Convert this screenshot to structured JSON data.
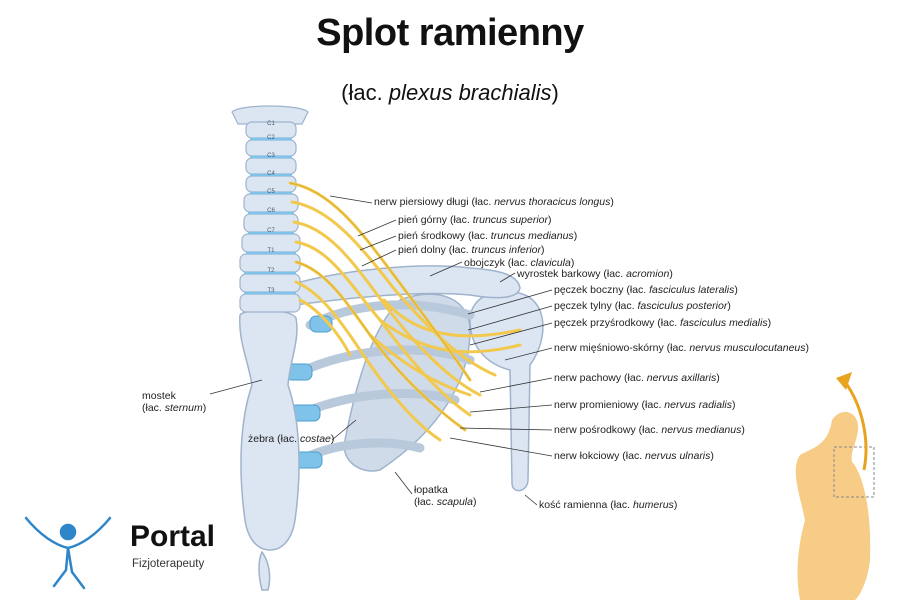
{
  "title": "Splot ramienny",
  "subtitle": {
    "prefix": "(łac. ",
    "latin": "plexus brachialis",
    "suffix": ")"
  },
  "vertebrae": [
    "C1",
    "C2",
    "C3",
    "C4",
    "C5",
    "C6",
    "C7",
    "T1",
    "T2",
    "T3"
  ],
  "labels": {
    "thoracicus": {
      "pl": "nerw piersiowy długi (łac. ",
      "la": "nervus thoracicus longus",
      "end": ")"
    },
    "superior": {
      "pl": "pień górny (łac. ",
      "la": "truncus superior",
      "end": ")"
    },
    "medianus_trunk": {
      "pl": "pień środkowy (łac. ",
      "la": "truncus medianus",
      "end": ")"
    },
    "inferior": {
      "pl": "pień dolny (łac. ",
      "la": "truncus inferior",
      "end": ")"
    },
    "clavicula": {
      "pl": "obojczyk (łac. ",
      "la": "clavicula",
      "end": ")"
    },
    "acromion": {
      "pl": "wyrostek barkowy (łac. ",
      "la": "acromion",
      "end": ")"
    },
    "lateralis": {
      "pl": "pęczek boczny (łac. ",
      "la": "fasciculus lateralis",
      "end": ")"
    },
    "posterior": {
      "pl": "pęczek tylny (łac. ",
      "la": "fasciculus posterior",
      "end": ")"
    },
    "medialis": {
      "pl": "pęczek przyśrodkowy (łac. ",
      "la": "fasciculus medialis",
      "end": ")"
    },
    "musculocutaneus": {
      "pl": "nerw mięśniowo-skórny (łac. ",
      "la": "nervus musculocutaneus",
      "end": ")"
    },
    "axillaris": {
      "pl": "nerw pachowy (łac. ",
      "la": "nervus axillaris",
      "end": ")"
    },
    "radialis": {
      "pl": "nerw promieniowy (łac. ",
      "la": "nervus radialis",
      "end": ")"
    },
    "medianus": {
      "pl": "nerw pośrodkowy (łac. ",
      "la": "nervus medianus",
      "end": ")"
    },
    "ulnaris": {
      "pl": "nerw łokciowy (łac. ",
      "la": "nervus ulnaris",
      "end": ")"
    },
    "humerus": {
      "pl": "kość ramienna (łac. ",
      "la": "humerus",
      "end": ")"
    },
    "mostek": {
      "line1": "mostek",
      "pl": "(łac. ",
      "la": "sternum",
      "end": ")"
    },
    "zebra": {
      "pl": "żebra (łac. ",
      "la": "costae",
      "end": ")"
    },
    "lopatka": {
      "line1": "łopatka",
      "pl": "(łac. ",
      "la": "scapula",
      "end": ")"
    }
  },
  "logo": {
    "word": "Portal",
    "sub": "Fizjoterapeuty"
  },
  "colors": {
    "bone": "#dce6f2",
    "bone_edge": "#9fb3cc",
    "cartilage": "#7fc3ea",
    "nerve": "#f2c94c",
    "nerve_edge": "#c99a1e",
    "body": "#f6c77a"
  }
}
